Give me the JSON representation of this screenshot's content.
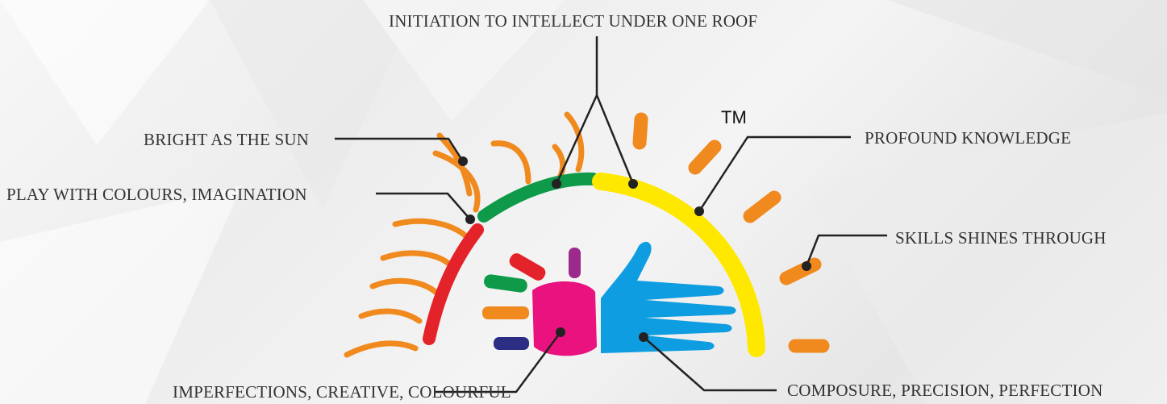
{
  "labels": {
    "top": "INITIATION TO INTELLECT UNDER ONE ROOF",
    "bright": "BRIGHT AS THE SUN",
    "play": "PLAY WITH COLOURS, IMAGINATION",
    "profound": "PROFOUND KNOWLEDGE",
    "skills": "SKILLS SHINES THROUGH",
    "imperfections": "IMPERFECTIONS, CREATIVE, COLOURFUL",
    "composure": "COMPOSURE, PRECISION, PERFECTION",
    "trademark": "TM"
  },
  "colors": {
    "orange": "#f08a1e",
    "red": "#e3222a",
    "green": "#0e9a49",
    "yellow": "#ffe800",
    "magenta": "#e9127f",
    "blue": "#0d9de0",
    "purple": "#9c2a8c",
    "navy": "#2b2e83",
    "line": "#222222"
  }
}
